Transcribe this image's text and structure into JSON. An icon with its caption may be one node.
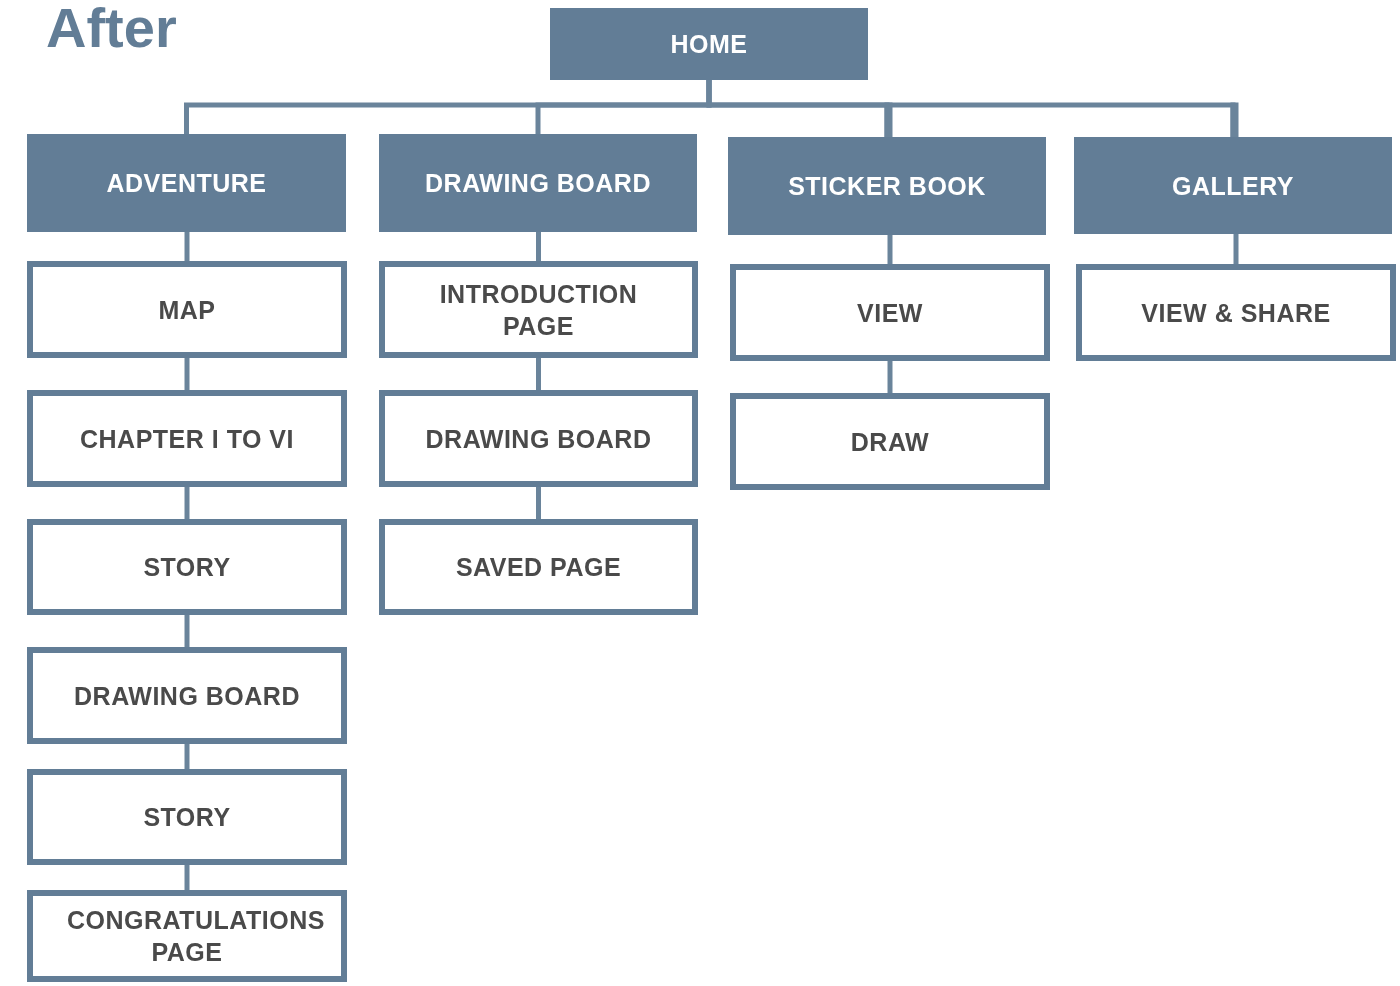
{
  "diagram": {
    "title": "After",
    "nodes": [
      {
        "text": [
          "HOME"
        ]
      },
      {
        "text": [
          "ADVENTURE"
        ]
      },
      {
        "text": [
          "DRAWING BOARD"
        ]
      },
      {
        "text": [
          "STICKER BOOK"
        ]
      },
      {
        "text": [
          "GALLERY"
        ]
      },
      {
        "text": [
          "MAP"
        ]
      },
      {
        "text": [
          "CHAPTER I TO VI"
        ]
      },
      {
        "text": [
          "STORY"
        ]
      },
      {
        "text": [
          "DRAWING BOARD"
        ]
      },
      {
        "text": [
          "STORY"
        ]
      },
      {
        "text": [
          "CONGRATULATIONS PAGE"
        ]
      },
      {
        "text": [
          "INTRODUCTION PAGE"
        ]
      },
      {
        "text": [
          "DRAWING BOARD"
        ]
      },
      {
        "text": [
          "SAVED PAGE"
        ]
      },
      {
        "text": [
          "VIEW"
        ]
      },
      {
        "text": [
          "DRAW"
        ]
      },
      {
        "text": [
          "VIEW & SHARE"
        ]
      }
    ],
    "edges": [
      {
        "from": 0,
        "to": 1,
        "arrow": "none"
      },
      {
        "from": 0,
        "to": 2,
        "arrow": "none"
      },
      {
        "from": 0,
        "to": 3,
        "arrow": "none"
      },
      {
        "from": 0,
        "to": 4,
        "arrow": "none"
      },
      {
        "from": 1,
        "to": 5,
        "arrow": "none"
      },
      {
        "from": 5,
        "to": 6,
        "arrow": "none"
      },
      {
        "from": 6,
        "to": 7,
        "arrow": "none"
      },
      {
        "from": 7,
        "to": 8,
        "arrow": "none"
      },
      {
        "from": 8,
        "to": 9,
        "arrow": "none"
      },
      {
        "from": 9,
        "to": 10,
        "arrow": "none"
      },
      {
        "from": 2,
        "to": 11,
        "arrow": "none"
      },
      {
        "from": 11,
        "to": 12,
        "arrow": "none"
      },
      {
        "from": 12,
        "to": 13,
        "arrow": "none"
      },
      {
        "from": 3,
        "to": 14,
        "arrow": "none"
      },
      {
        "from": 14,
        "to": 15,
        "arrow": "none"
      },
      {
        "from": 4,
        "to": 16,
        "arrow": "none"
      }
    ]
  }
}
